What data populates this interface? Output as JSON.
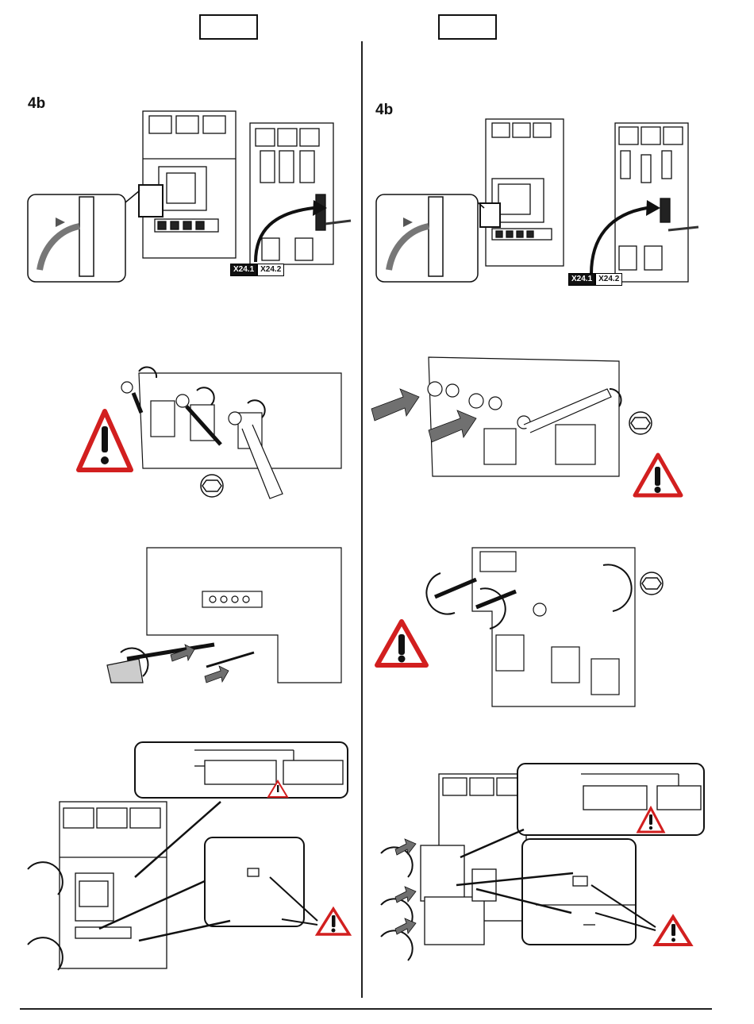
{
  "left": {
    "step": "4b",
    "connector": {
      "a": "X24.1",
      "b": "X24.2"
    }
  },
  "right": {
    "step": "4b",
    "connector": {
      "a": "X24.1",
      "b": "X24.2"
    }
  },
  "colors": {
    "warning_red": "#d21f1f",
    "line": "#111111",
    "arrow_grey": "#707070"
  },
  "icons": [
    "warning-triangle-icon",
    "hex-key-icon",
    "rotate-arrow-icon",
    "push-arrow-icon"
  ]
}
